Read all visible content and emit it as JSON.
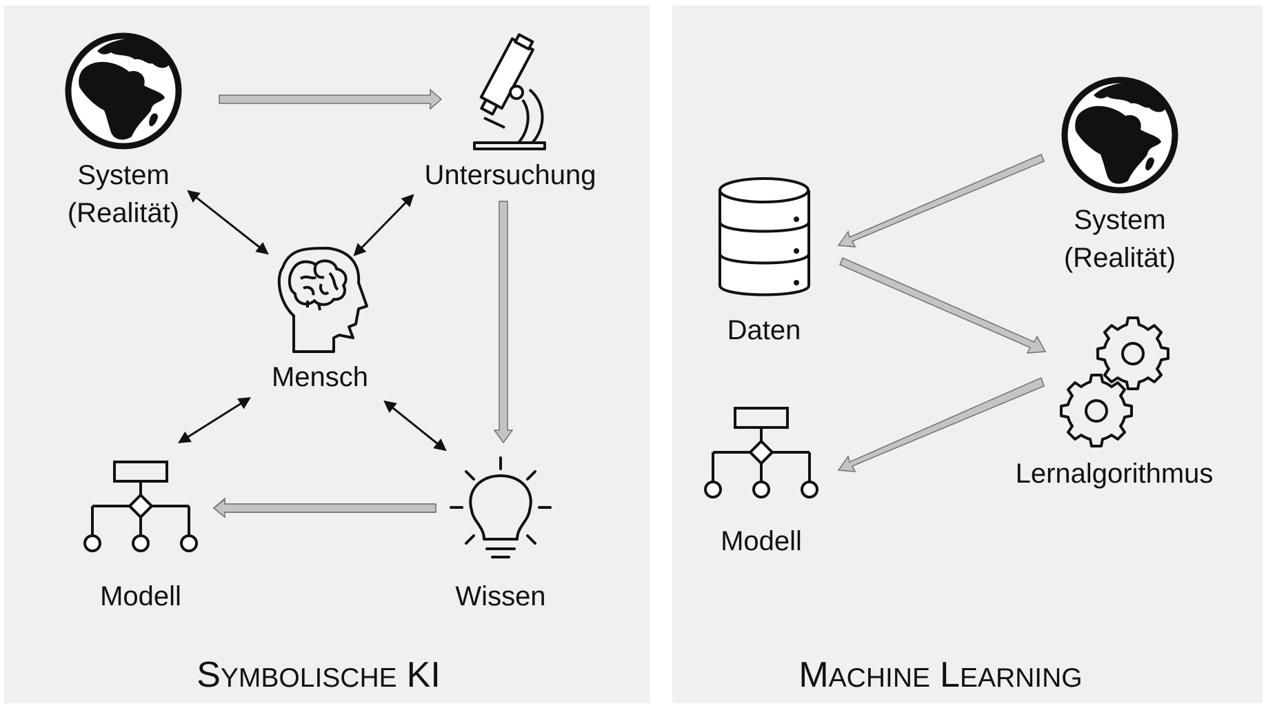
{
  "symbolic": {
    "system_line1": "System",
    "system_line2": "(Realität)",
    "untersuchung": "Untersuchung",
    "mensch": "Mensch",
    "modell": "Modell",
    "wissen": "Wissen",
    "title": {
      "p1_cap": "S",
      "p1_rest": "YMBOLISCHE",
      "p2_cap": "KI"
    },
    "icons": [
      "globe-icon",
      "microscope-icon",
      "brain-head-icon",
      "model-hierarchy-icon",
      "lightbulb-icon"
    ]
  },
  "ml": {
    "daten": "Daten",
    "system_line1": "System",
    "system_line2": "(Realität)",
    "modell": "Modell",
    "lernalgorithmus": "Lernalgorithmus",
    "title": {
      "p1_cap": "M",
      "p1_rest": "ACHINE",
      "p2_cap": "L",
      "p2_rest": "EARNING"
    },
    "icons": [
      "database-icon",
      "globe-icon",
      "gears-icon",
      "model-hierarchy-icon"
    ]
  },
  "colors": {
    "panel_bg": "#f0f0f0",
    "icon_stroke": "#111111",
    "flow_arrow_fill": "#c4c4c4",
    "flow_arrow_stroke": "#707070"
  }
}
